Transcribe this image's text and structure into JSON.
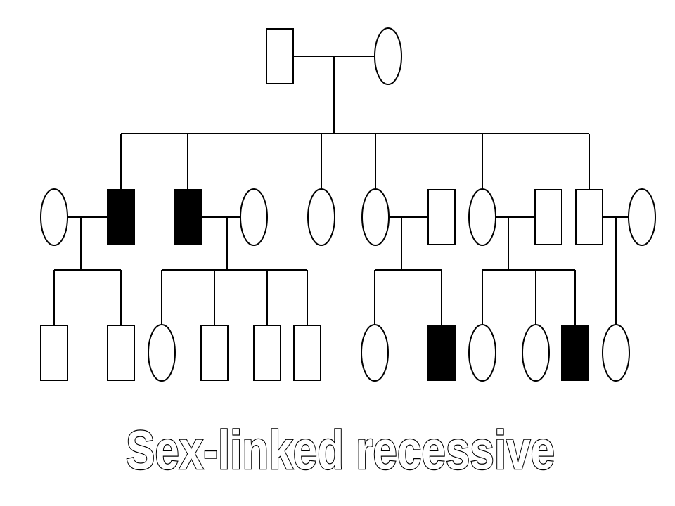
{
  "title": "Sex-linked recessive",
  "colors": {
    "affected": "#000000",
    "unaffected": "#ffffff",
    "line": "#000000"
  },
  "generations": [
    {
      "name": "generation-1",
      "individuals": [
        {
          "id": "I-1",
          "sex": "male",
          "affected": false
        },
        {
          "id": "I-2",
          "sex": "female",
          "affected": false
        }
      ]
    },
    {
      "name": "generation-2",
      "individuals": [
        {
          "id": "II-1",
          "sex": "female",
          "affected": false,
          "role": "spouse"
        },
        {
          "id": "II-2",
          "sex": "male",
          "affected": true
        },
        {
          "id": "II-3",
          "sex": "male",
          "affected": true
        },
        {
          "id": "II-4",
          "sex": "female",
          "affected": false,
          "role": "spouse"
        },
        {
          "id": "II-5",
          "sex": "female",
          "affected": false
        },
        {
          "id": "II-6",
          "sex": "female",
          "affected": false
        },
        {
          "id": "II-7",
          "sex": "male",
          "affected": false,
          "role": "spouse"
        },
        {
          "id": "II-8",
          "sex": "female",
          "affected": false
        },
        {
          "id": "II-9",
          "sex": "male",
          "affected": false,
          "role": "spouse"
        },
        {
          "id": "II-10",
          "sex": "male",
          "affected": false
        },
        {
          "id": "II-11",
          "sex": "female",
          "affected": false,
          "role": "spouse"
        }
      ]
    },
    {
      "name": "generation-3",
      "individuals": [
        {
          "id": "III-1",
          "sex": "male",
          "affected": false
        },
        {
          "id": "III-2",
          "sex": "male",
          "affected": false
        },
        {
          "id": "III-3",
          "sex": "female",
          "affected": false
        },
        {
          "id": "III-4",
          "sex": "male",
          "affected": false
        },
        {
          "id": "III-5",
          "sex": "male",
          "affected": false
        },
        {
          "id": "III-6",
          "sex": "male",
          "affected": false
        },
        {
          "id": "III-7",
          "sex": "female",
          "affected": false
        },
        {
          "id": "III-8",
          "sex": "male",
          "affected": true
        },
        {
          "id": "III-9",
          "sex": "female",
          "affected": false
        },
        {
          "id": "III-10",
          "sex": "female",
          "affected": false
        },
        {
          "id": "III-11",
          "sex": "male",
          "affected": true
        },
        {
          "id": "III-12",
          "sex": "female",
          "affected": false
        }
      ]
    }
  ]
}
